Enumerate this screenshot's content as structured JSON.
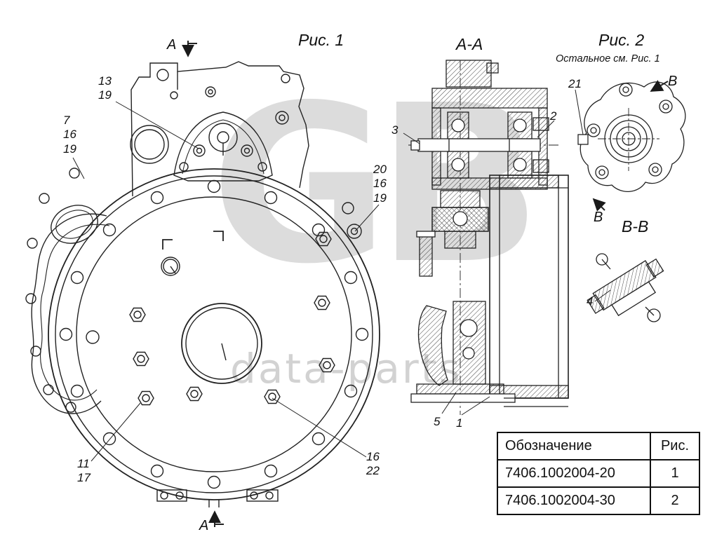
{
  "titles": {
    "fig1": "Рис. 1",
    "section_aa": "А-А",
    "fig2": "Рис. 2",
    "fig2_note": "Остальное см. Рис. 1",
    "section_bb": "В-В"
  },
  "section_markers": {
    "a_top": "А",
    "a_bottom": "А",
    "b_top": "В",
    "b_bottom": "В"
  },
  "callouts": {
    "top_left": [
      "13",
      "19"
    ],
    "left": [
      "7",
      "16",
      "19"
    ],
    "right": [
      "20",
      "16",
      "19"
    ],
    "shaft": "3",
    "cover": "2",
    "fig2_part": "21",
    "bb_part": "4",
    "bottom_a": "5",
    "bottom_b": "1",
    "bottom_left": [
      "11",
      "17"
    ],
    "bottom_right": [
      "16",
      "22"
    ]
  },
  "table": {
    "col_designation": "Обозначение",
    "col_figure": "Рис.",
    "rows": [
      {
        "designation": "7406.1002004-20",
        "figure": "1"
      },
      {
        "designation": "7406.1002004-30",
        "figure": "2"
      }
    ]
  },
  "watermark": {
    "logo": "GB",
    "text": "data-parts"
  }
}
